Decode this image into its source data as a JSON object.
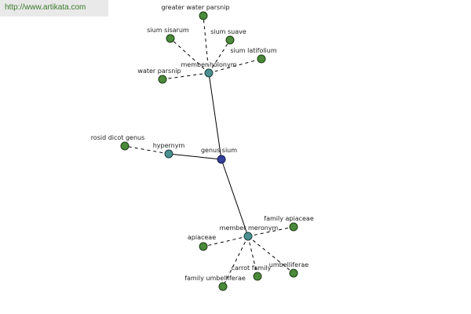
{
  "header": {
    "url": "http://www.artikata.com"
  },
  "colors": {
    "leaf": "#4a8a3a",
    "relation": "#4a9090",
    "center": "#34409a"
  },
  "center": {
    "label": "genus sium"
  },
  "relations": {
    "member_holonym": {
      "label": "member holonym"
    },
    "hypernym": {
      "label": "hypernym"
    },
    "member_meronym": {
      "label": "member meronym"
    }
  },
  "leaves": {
    "greater_water_parsnip": {
      "label": "greater water parsnip"
    },
    "sium_sisarum": {
      "label": "sium sisarum"
    },
    "sium_suave": {
      "label": "sium suave"
    },
    "sium_latifolium": {
      "label": "sium latifolium"
    },
    "water_parsnip": {
      "label": "water parsnip"
    },
    "rosid_dicot_genus": {
      "label": "rosid dicot genus"
    },
    "family_apiaceae": {
      "label": "family apiaceae"
    },
    "apiaceae": {
      "label": "apiaceae"
    },
    "carrot_family": {
      "label": "carrot family"
    },
    "umbelliferae": {
      "label": "umbelliferae"
    },
    "family_umbelliferae": {
      "label": "family umbelliferae"
    }
  }
}
